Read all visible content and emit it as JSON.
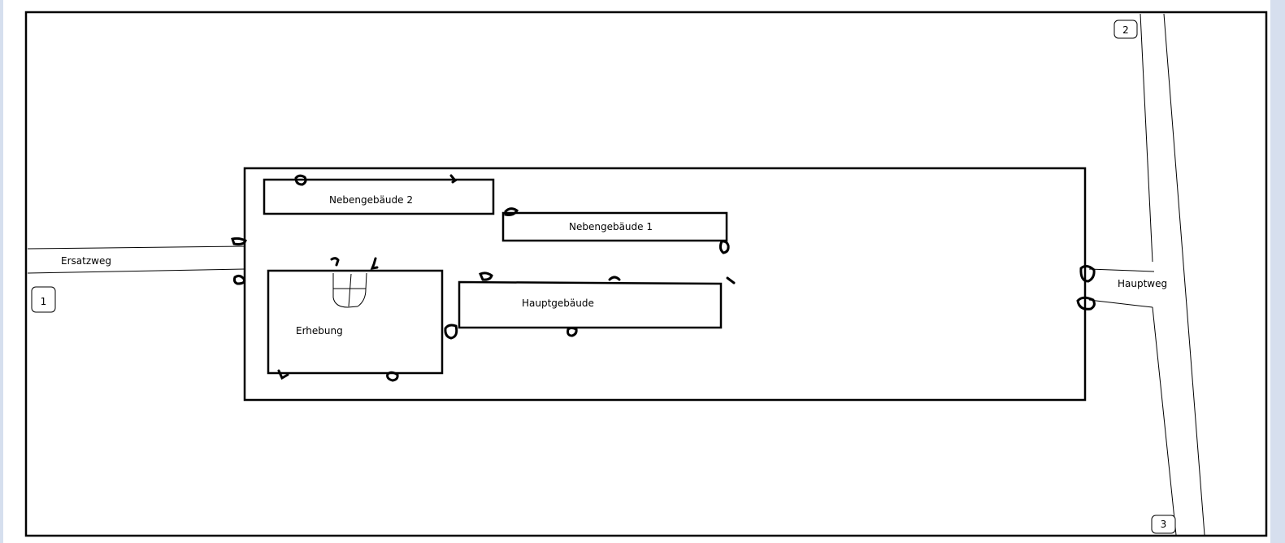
{
  "labels": {
    "nebengebaeude_2": "Nebengebäude 2",
    "nebengebaeude_1": "Nebengebäude 1",
    "hauptgebaeude": "Hauptgebäude",
    "erhebung": "Erhebung",
    "ersatzweg": "Ersatzweg",
    "hauptweg": "Hauptweg"
  },
  "markers": [
    "1",
    "2",
    "3"
  ],
  "colors": {
    "line": "#000000",
    "background": "#ffffff",
    "side_strip": "#d6dfee"
  }
}
